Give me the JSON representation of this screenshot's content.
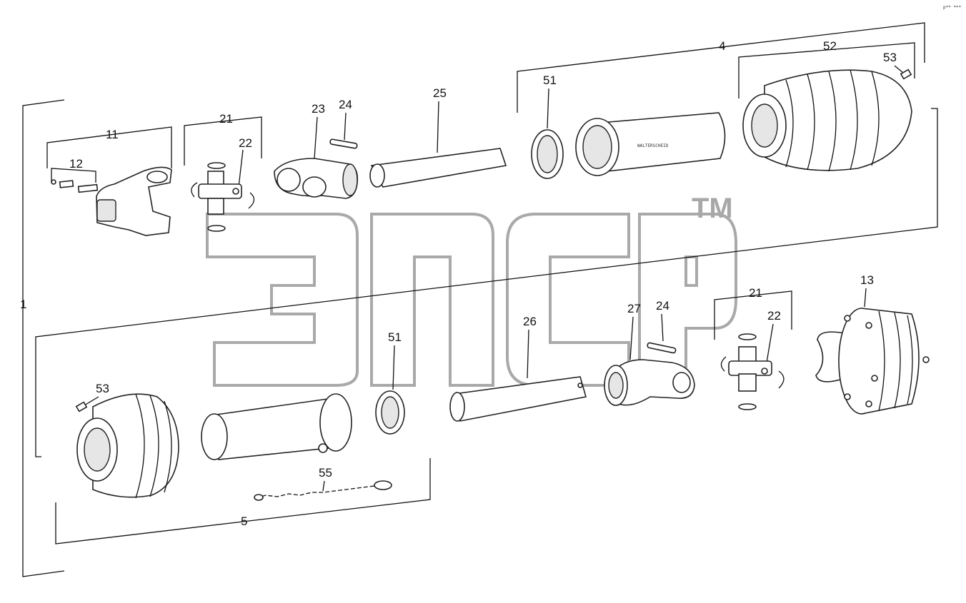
{
  "page": {
    "corner_code": "p** ***"
  },
  "watermark": {
    "trademark": "TM"
  },
  "labels": {
    "assembly": "1",
    "group_4": "4",
    "group_5": "5",
    "yoke_11": "11",
    "pin_12": "12",
    "cross_21_top": "21",
    "cross_21_bottom": "21",
    "circlip_22_top": "22",
    "circlip_22_bottom": "22",
    "yoke_23": "23",
    "pin_24_top": "24",
    "pin_24_bottom": "24",
    "tube_25": "25",
    "tube_26": "26",
    "yoke_27": "27",
    "bearing_51_top": "51",
    "bearing_51_bottom": "51",
    "guard_52": "52",
    "screw_53_top": "53",
    "screw_53_bottom": "53",
    "chain_55": "55",
    "clutch_13": "13"
  },
  "guard_tube_marking": "WALTERSCHEID"
}
